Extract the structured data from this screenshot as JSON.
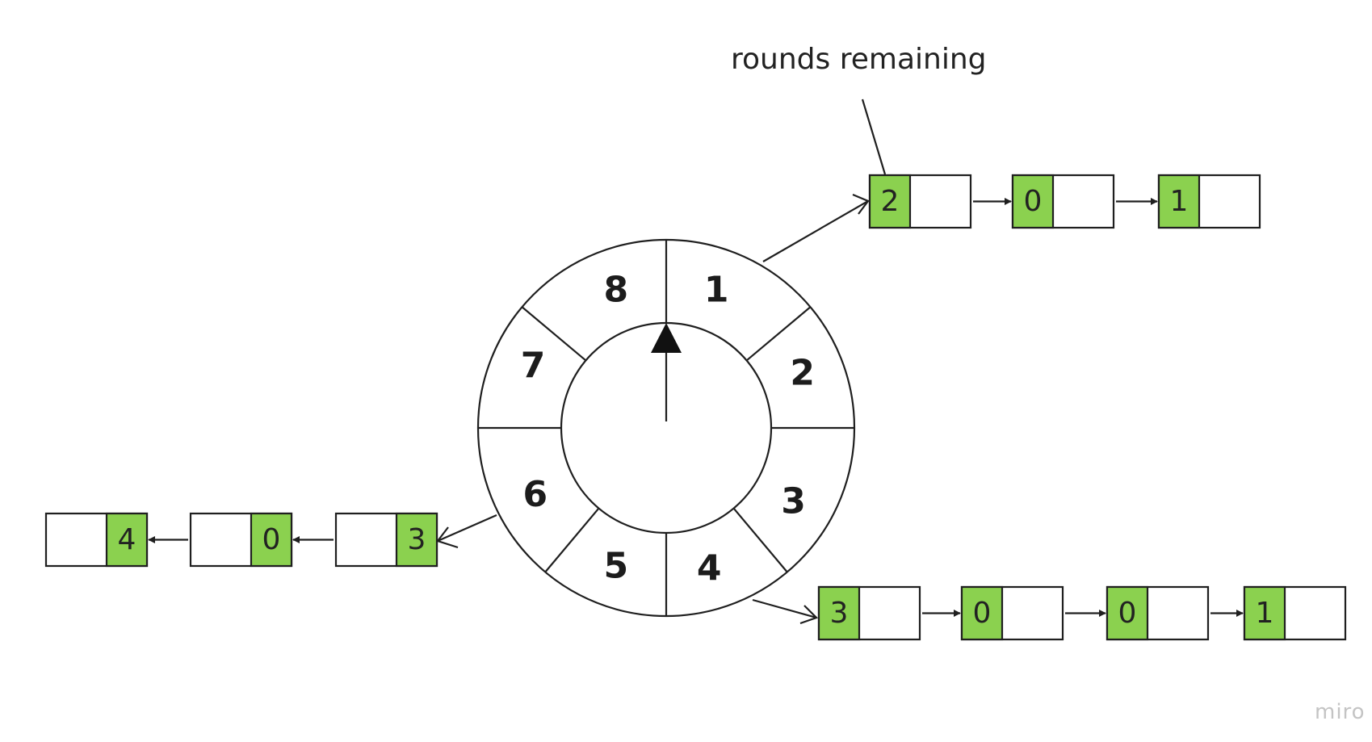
{
  "annotation": {
    "text": "rounds remaining"
  },
  "watermark": {
    "text": "miro"
  },
  "wheel": {
    "slots": [
      "1",
      "2",
      "3",
      "4",
      "5",
      "6",
      "7",
      "8"
    ]
  },
  "lists": {
    "slot1": [
      "2",
      "0",
      "1"
    ],
    "slot4": [
      "3",
      "0",
      "0",
      "1"
    ],
    "slot6": [
      "3",
      "0",
      "4"
    ]
  },
  "colors": {
    "rounds_cell": "#8bd14f",
    "line": "#1f1f1f"
  }
}
